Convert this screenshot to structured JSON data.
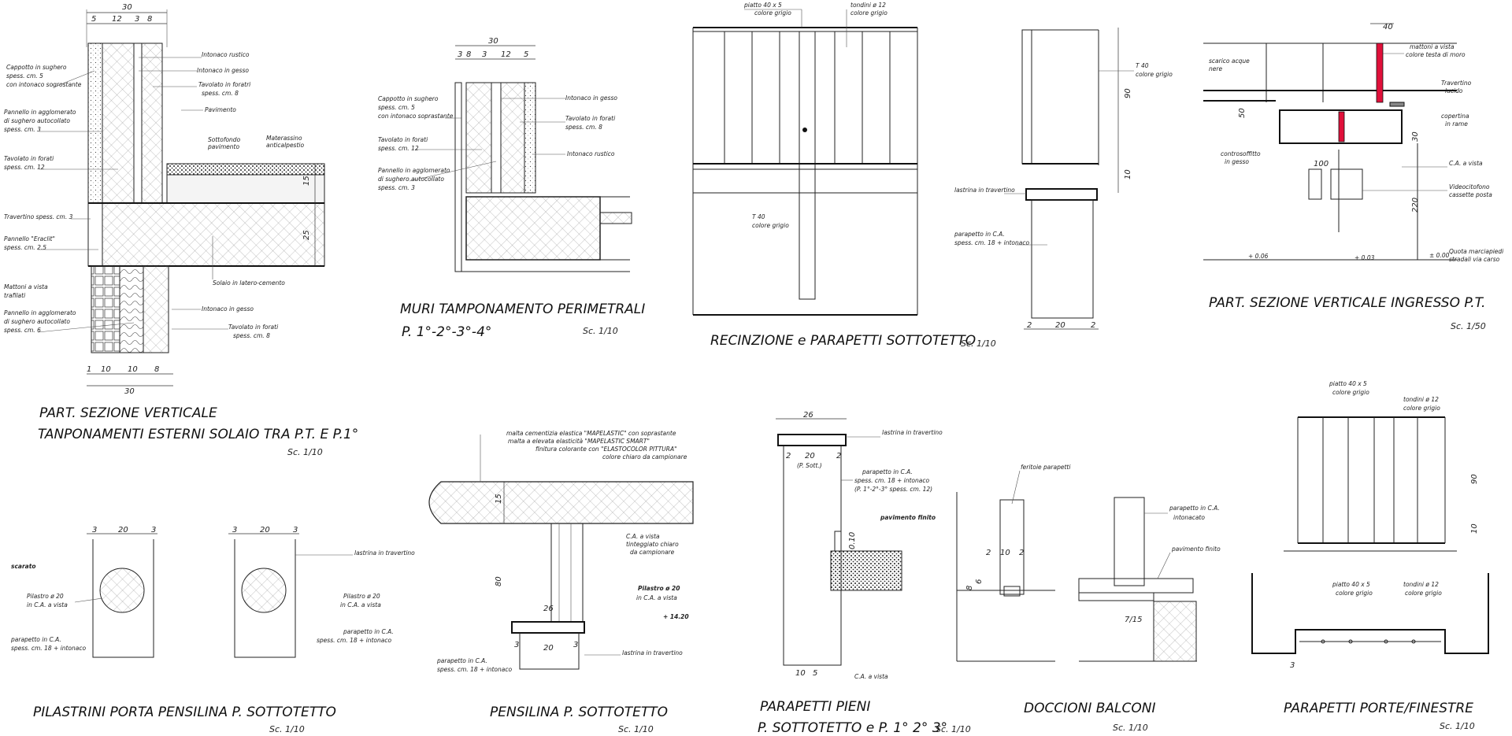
{
  "panels": {
    "p1": {
      "title1": "PART. SEZIONE VERTICALE",
      "title2": "TANPONAMENTI ESTERNI SOLAIO TRA P.T. E P.1°",
      "scale": "Sc. 1/10",
      "dims_top": [
        "30",
        "5",
        "12",
        "3",
        "8"
      ],
      "dims_bottom": [
        "1",
        "10",
        "10",
        "8",
        "30"
      ],
      "dims_side": [
        "15",
        "25"
      ],
      "labels": [
        "Intonaco rustico",
        "Intonaco in gesso",
        "Tavolato in foratri",
        "spess. cm. 8",
        "Pavimento",
        "Sottofondo",
        "pavimento",
        "Materassino",
        "anticalpestio",
        "Cappotto in sughero",
        "spess. cm. 5",
        "con intonaco sogrostante",
        "Pannello in agglomerato",
        "di sughero autocollato",
        "spess. cm. 3",
        "Tavolato in forati",
        "spess. cm. 12",
        "Travertino spess. cm. 3",
        "Pannello \"Eraclit\"",
        "spess. cm. 2.5",
        "Solaio in latero-cemento",
        "Mattoni a vista",
        "trafilati",
        "Pannello in agglomerato",
        "di sughero autocollato",
        "spess. cm. 6",
        "Intonaco in gesso",
        "Tavolato in forati",
        "spess. cm. 8"
      ]
    },
    "p2": {
      "title1": "MURI TAMPONAMENTO PERIMETRALI",
      "title2": "P. 1°-2°-3°-4°",
      "scale": "Sc. 1/10",
      "dims_top": [
        "30",
        "3",
        "8",
        "3",
        "12",
        "5"
      ],
      "labels": [
        "Cappotto in sughero",
        "spess. cm. 5",
        "con intonaco soprastante",
        "Tavolato in forati",
        "spess. cm. 12",
        "Pannello in agglomerato",
        "di sughero autocollato",
        "spess. cm. 3",
        "Intonaco in gesso",
        "Tavolato in forati",
        "spess. cm. 8",
        "Intonaco rustico"
      ]
    },
    "p3": {
      "title": "RECINZIONE e PARAPETTI SOTTOTETTO",
      "scale": "Sc. 1/10",
      "labels": [
        "piatto 40 x 5",
        "colore grigio",
        "tondini ø 12",
        "colore grigio",
        "T 40",
        "colore grigio"
      ]
    },
    "p4": {
      "labels": [
        "T 40",
        "colore grigio",
        "lastrina in travertino",
        "parapetto in C.A.",
        "spess. cm. 18 + intonaco"
      ],
      "dims": [
        "90",
        "10",
        "20",
        "2",
        "2"
      ]
    },
    "p5": {
      "title": "PART. SEZIONE VERTICALE INGRESSO P.T.",
      "scale": "Sc. 1/50",
      "dims": [
        "40",
        "50",
        "30",
        "100",
        "220"
      ],
      "levels": [
        "+ 0.06",
        "+ 0.03",
        "± 0.00"
      ],
      "labels": [
        "scarico acque",
        "nere",
        "mattoni a vista",
        "colore testa di moro",
        "Travertino",
        "lucido",
        "copertina",
        "in rame",
        "controsoffitto",
        "in gesso",
        "C.A. a vista",
        "Videocitofono",
        "cassette posta",
        "Quota marciapiedi",
        "stradali via carso"
      ]
    },
    "p6": {
      "title": "PILASTRINI PORTA PENSILINA P. SOTTOTETTO",
      "scale": "Sc. 1/10",
      "dims": [
        "3",
        "20",
        "3",
        "3",
        "20",
        "3"
      ],
      "labels": [
        "scarato",
        "Pilastro ø 20",
        "in C.A. a vista",
        "parapetto in C.A.",
        "spess. cm. 18 + intonaco",
        "lastrina in travertino",
        "Pilastro ø 20",
        "in C.A. a vista",
        "parapetto in C.A.",
        "spess. cm. 18 + intonaco"
      ]
    },
    "p7": {
      "title": "PENSILINA P. SOTTOTETTO",
      "scale": "Sc. 1/10",
      "dims": [
        "15",
        "80",
        "26",
        "3",
        "20",
        "3"
      ],
      "labels": [
        "malta cementizia elastica \"MAPELASTIC\" con soprastante",
        "malta a elevata elasticità \"MAPELASTIC SMART\"",
        "finitura colorante con \"ELASTOCOLOR PITTURA\"",
        "colore chiaro da campionare",
        "C.A. a vista",
        "tinteggiato chiaro",
        "da campionare",
        "Pilastro ø 20",
        "in C.A. a vista",
        "+ 14.20",
        "lastrina in travertino",
        "parapetto in C.A.",
        "spess. cm. 18 + intonaco"
      ]
    },
    "p8": {
      "title1": "PARAPETTI PIENI",
      "title2": "P. SOTTOTETTO e P. 1° 2° 3°",
      "scale": "Sc. 1/10",
      "dims": [
        "26",
        "2",
        "20",
        "2",
        "(P. Sott.)",
        "0.10",
        "10",
        "5"
      ],
      "labels": [
        "lastrina in travertino",
        "parapetto in C.A.",
        "spess. cm. 18 + intonaco",
        "(P. 1°-2°-3° spess. cm. 12)",
        "pavimento finito",
        "C.A. a vista"
      ]
    },
    "p9": {
      "title": "DOCCIONI BALCONI",
      "scale": "Sc. 1/10",
      "dims": [
        "2",
        "10",
        "2",
        "8",
        "6",
        "7/15"
      ],
      "labels": [
        "feritoie parapetti",
        "parapetto in C.A.",
        "intonacato",
        "pavimento finito"
      ]
    },
    "p10": {
      "title": "PARAPETTI PORTE/FINESTRE",
      "scale": "Sc. 1/10",
      "dims": [
        "90",
        "10",
        "3"
      ],
      "labels": [
        "piatto 40 x 5",
        "colore grigio",
        "tondini ø 12",
        "colore grigio",
        "piatto 40 x 5",
        "colore grigio",
        "tondini ø 12",
        "colore grigio"
      ]
    }
  },
  "colors": {
    "line": "#222222",
    "accent": "#e0103a",
    "background": "#ffffff"
  }
}
